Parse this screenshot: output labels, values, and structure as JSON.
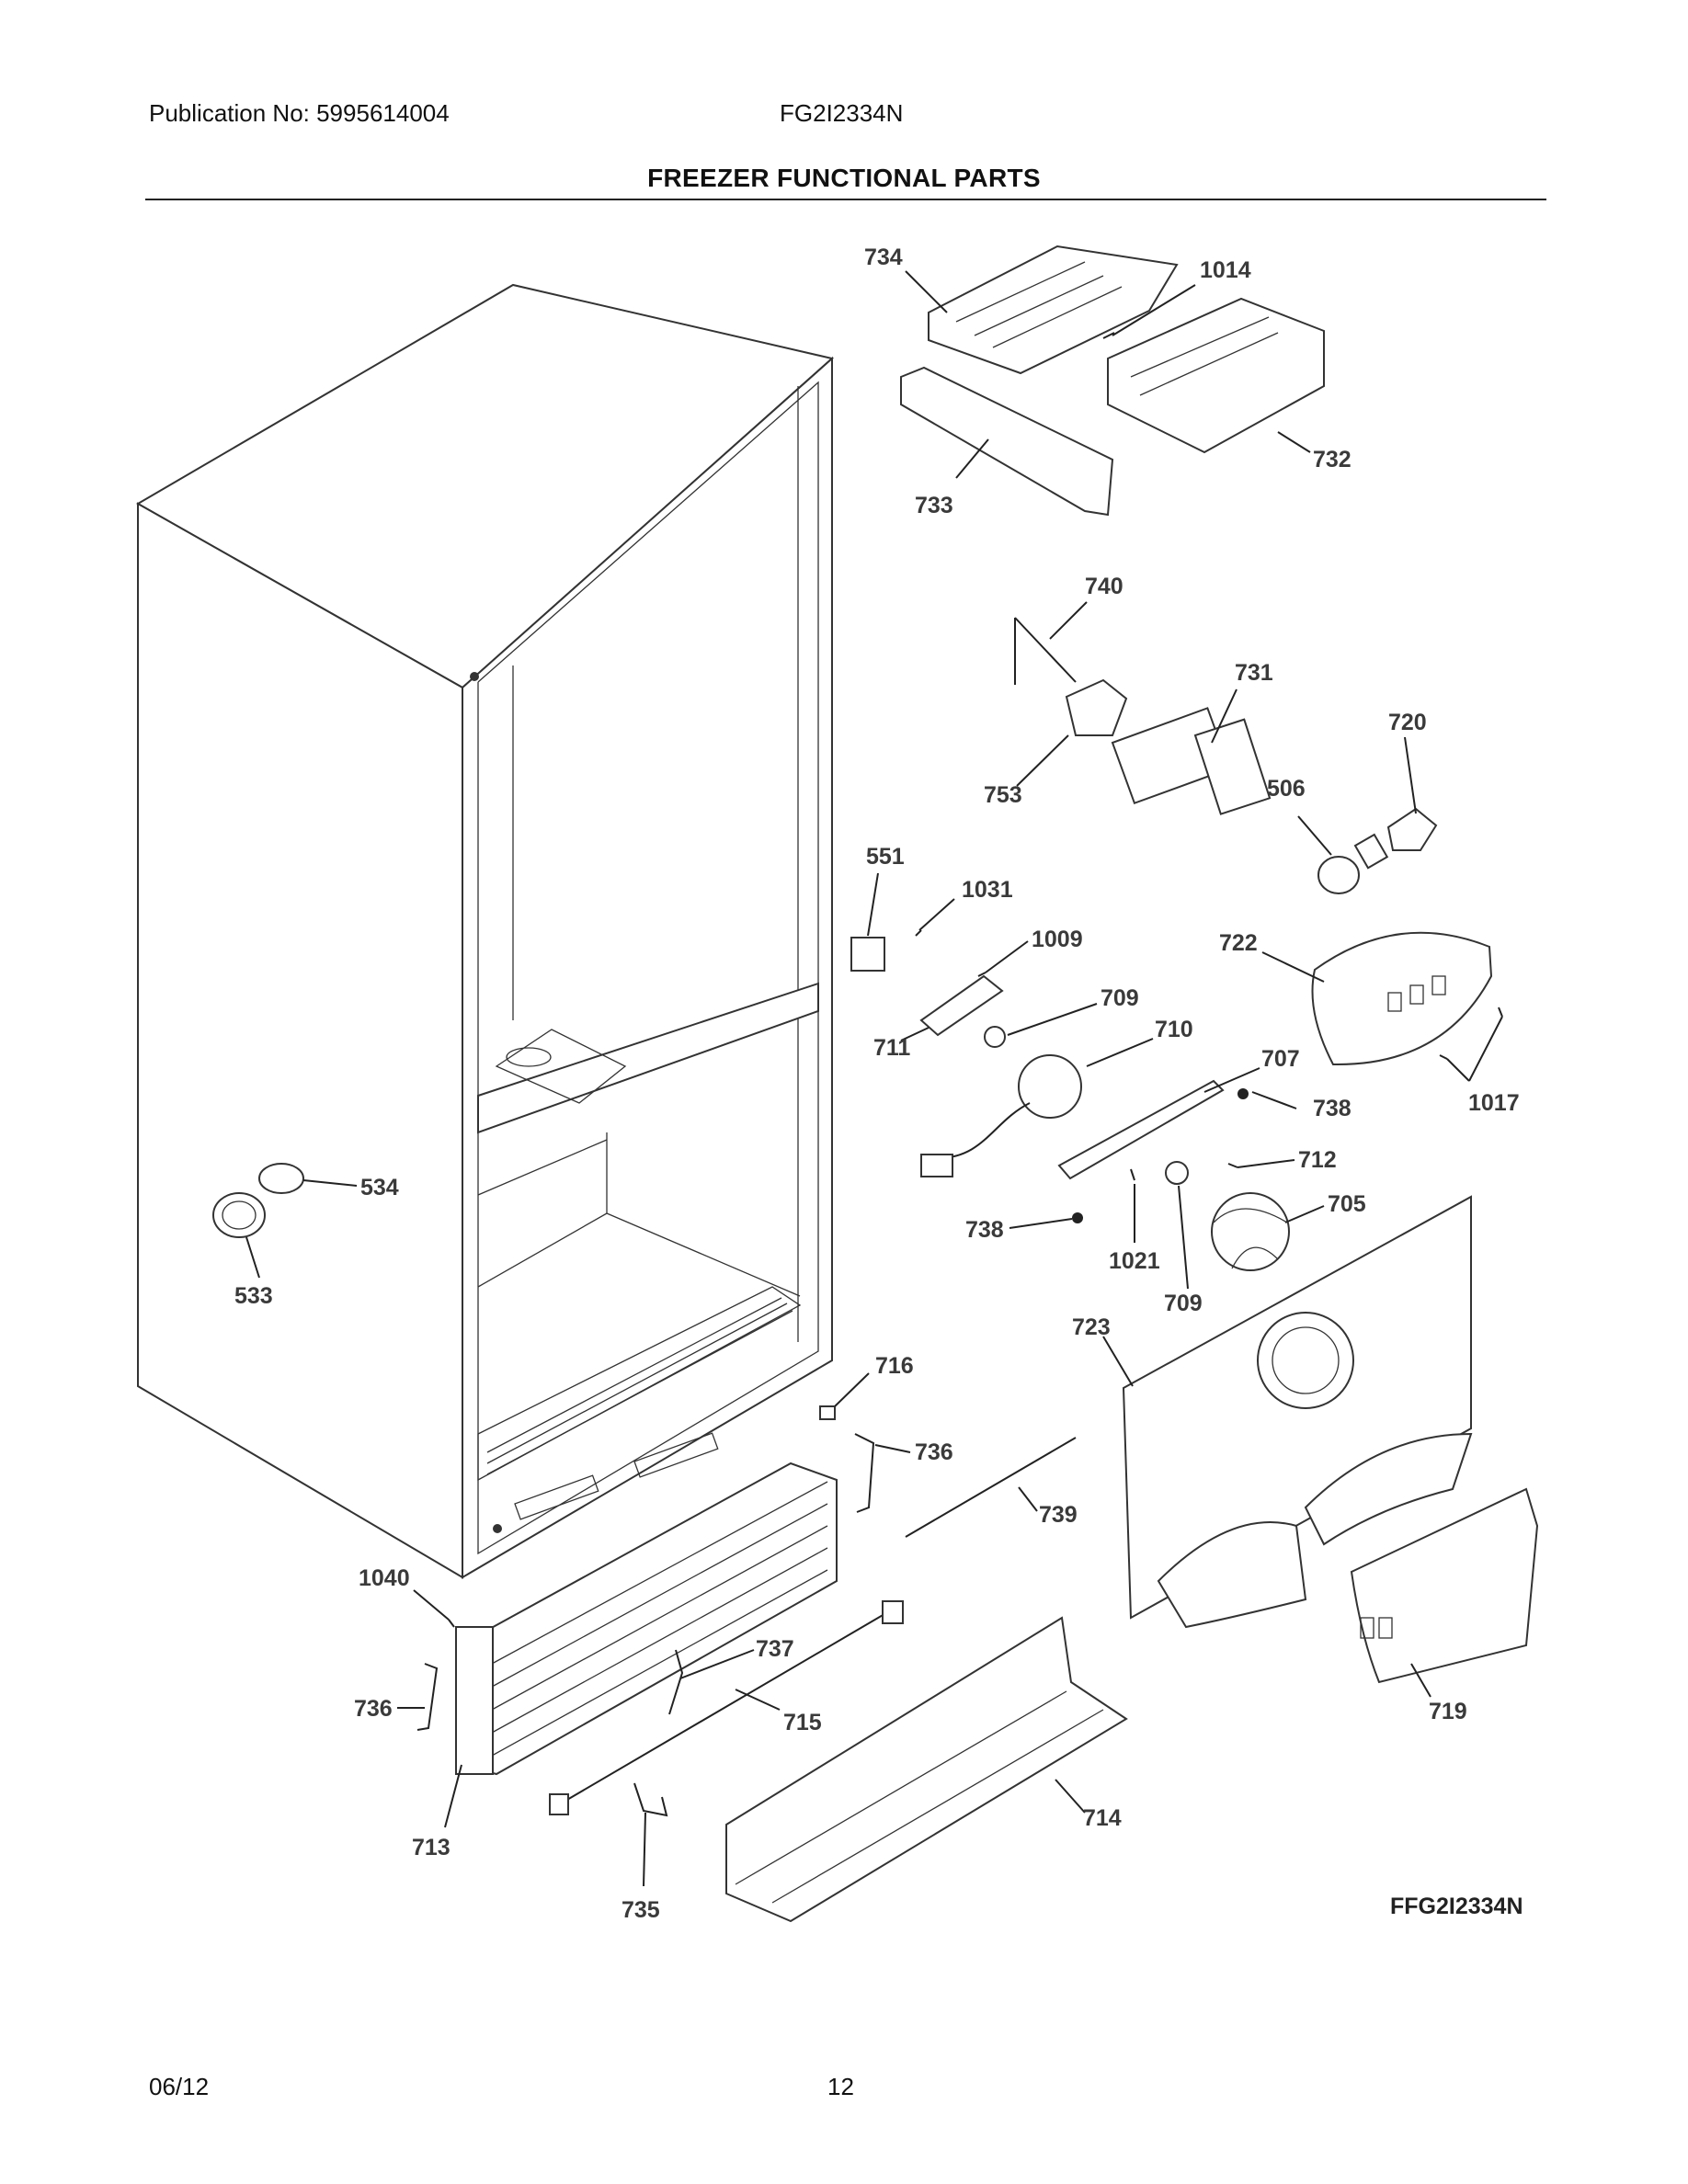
{
  "header": {
    "publication": "Publication No: 5995614004",
    "model": "FG2I2334N",
    "title": "FREEZER FUNCTIONAL PARTS"
  },
  "diagram": {
    "code": "FFG2I2334N",
    "callouts": {
      "c734": "734",
      "c1014": "1014",
      "c732": "732",
      "c733": "733",
      "c740": "740",
      "c731": "731",
      "c720": "720",
      "c753": "753",
      "c506": "506",
      "c551": "551",
      "c1031": "1031",
      "c1009": "1009",
      "c722": "722",
      "c709a": "709",
      "c710": "710",
      "c711": "711",
      "c707": "707",
      "c738a": "738",
      "c1017": "1017",
      "c534": "534",
      "c712": "712",
      "c705": "705",
      "c738b": "738",
      "c1021": "1021",
      "c533": "533",
      "c709b": "709",
      "c723": "723",
      "c716": "716",
      "c736a": "736",
      "c739": "739",
      "c1040": "1040",
      "c737": "737",
      "c736b": "736",
      "c715": "715",
      "c719": "719",
      "c714": "714",
      "c713": "713",
      "c735": "735"
    }
  },
  "footer": {
    "date": "06/12",
    "page": "12"
  }
}
